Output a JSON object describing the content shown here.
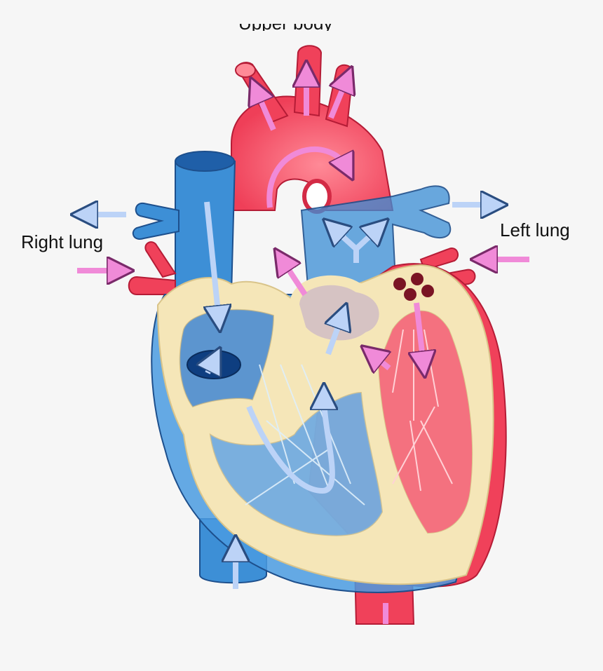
{
  "labels": {
    "top_partial": "Upper body",
    "right_lung": "Right lung",
    "left_lung": "Left lung"
  },
  "colors": {
    "background": "#f6f6f6",
    "oxygenated_red": "#f0415a",
    "deoxygenated_blue": "#3d8fd6",
    "myocardium_wall": "#f5e6b8",
    "arrow_pink": "#f08ad8",
    "arrow_light_blue": "#bcd3f7"
  },
  "icons": {
    "arrow_oxygenated": "pink-arrow-icon",
    "arrow_deoxygenated": "light-blue-arrow-icon"
  }
}
